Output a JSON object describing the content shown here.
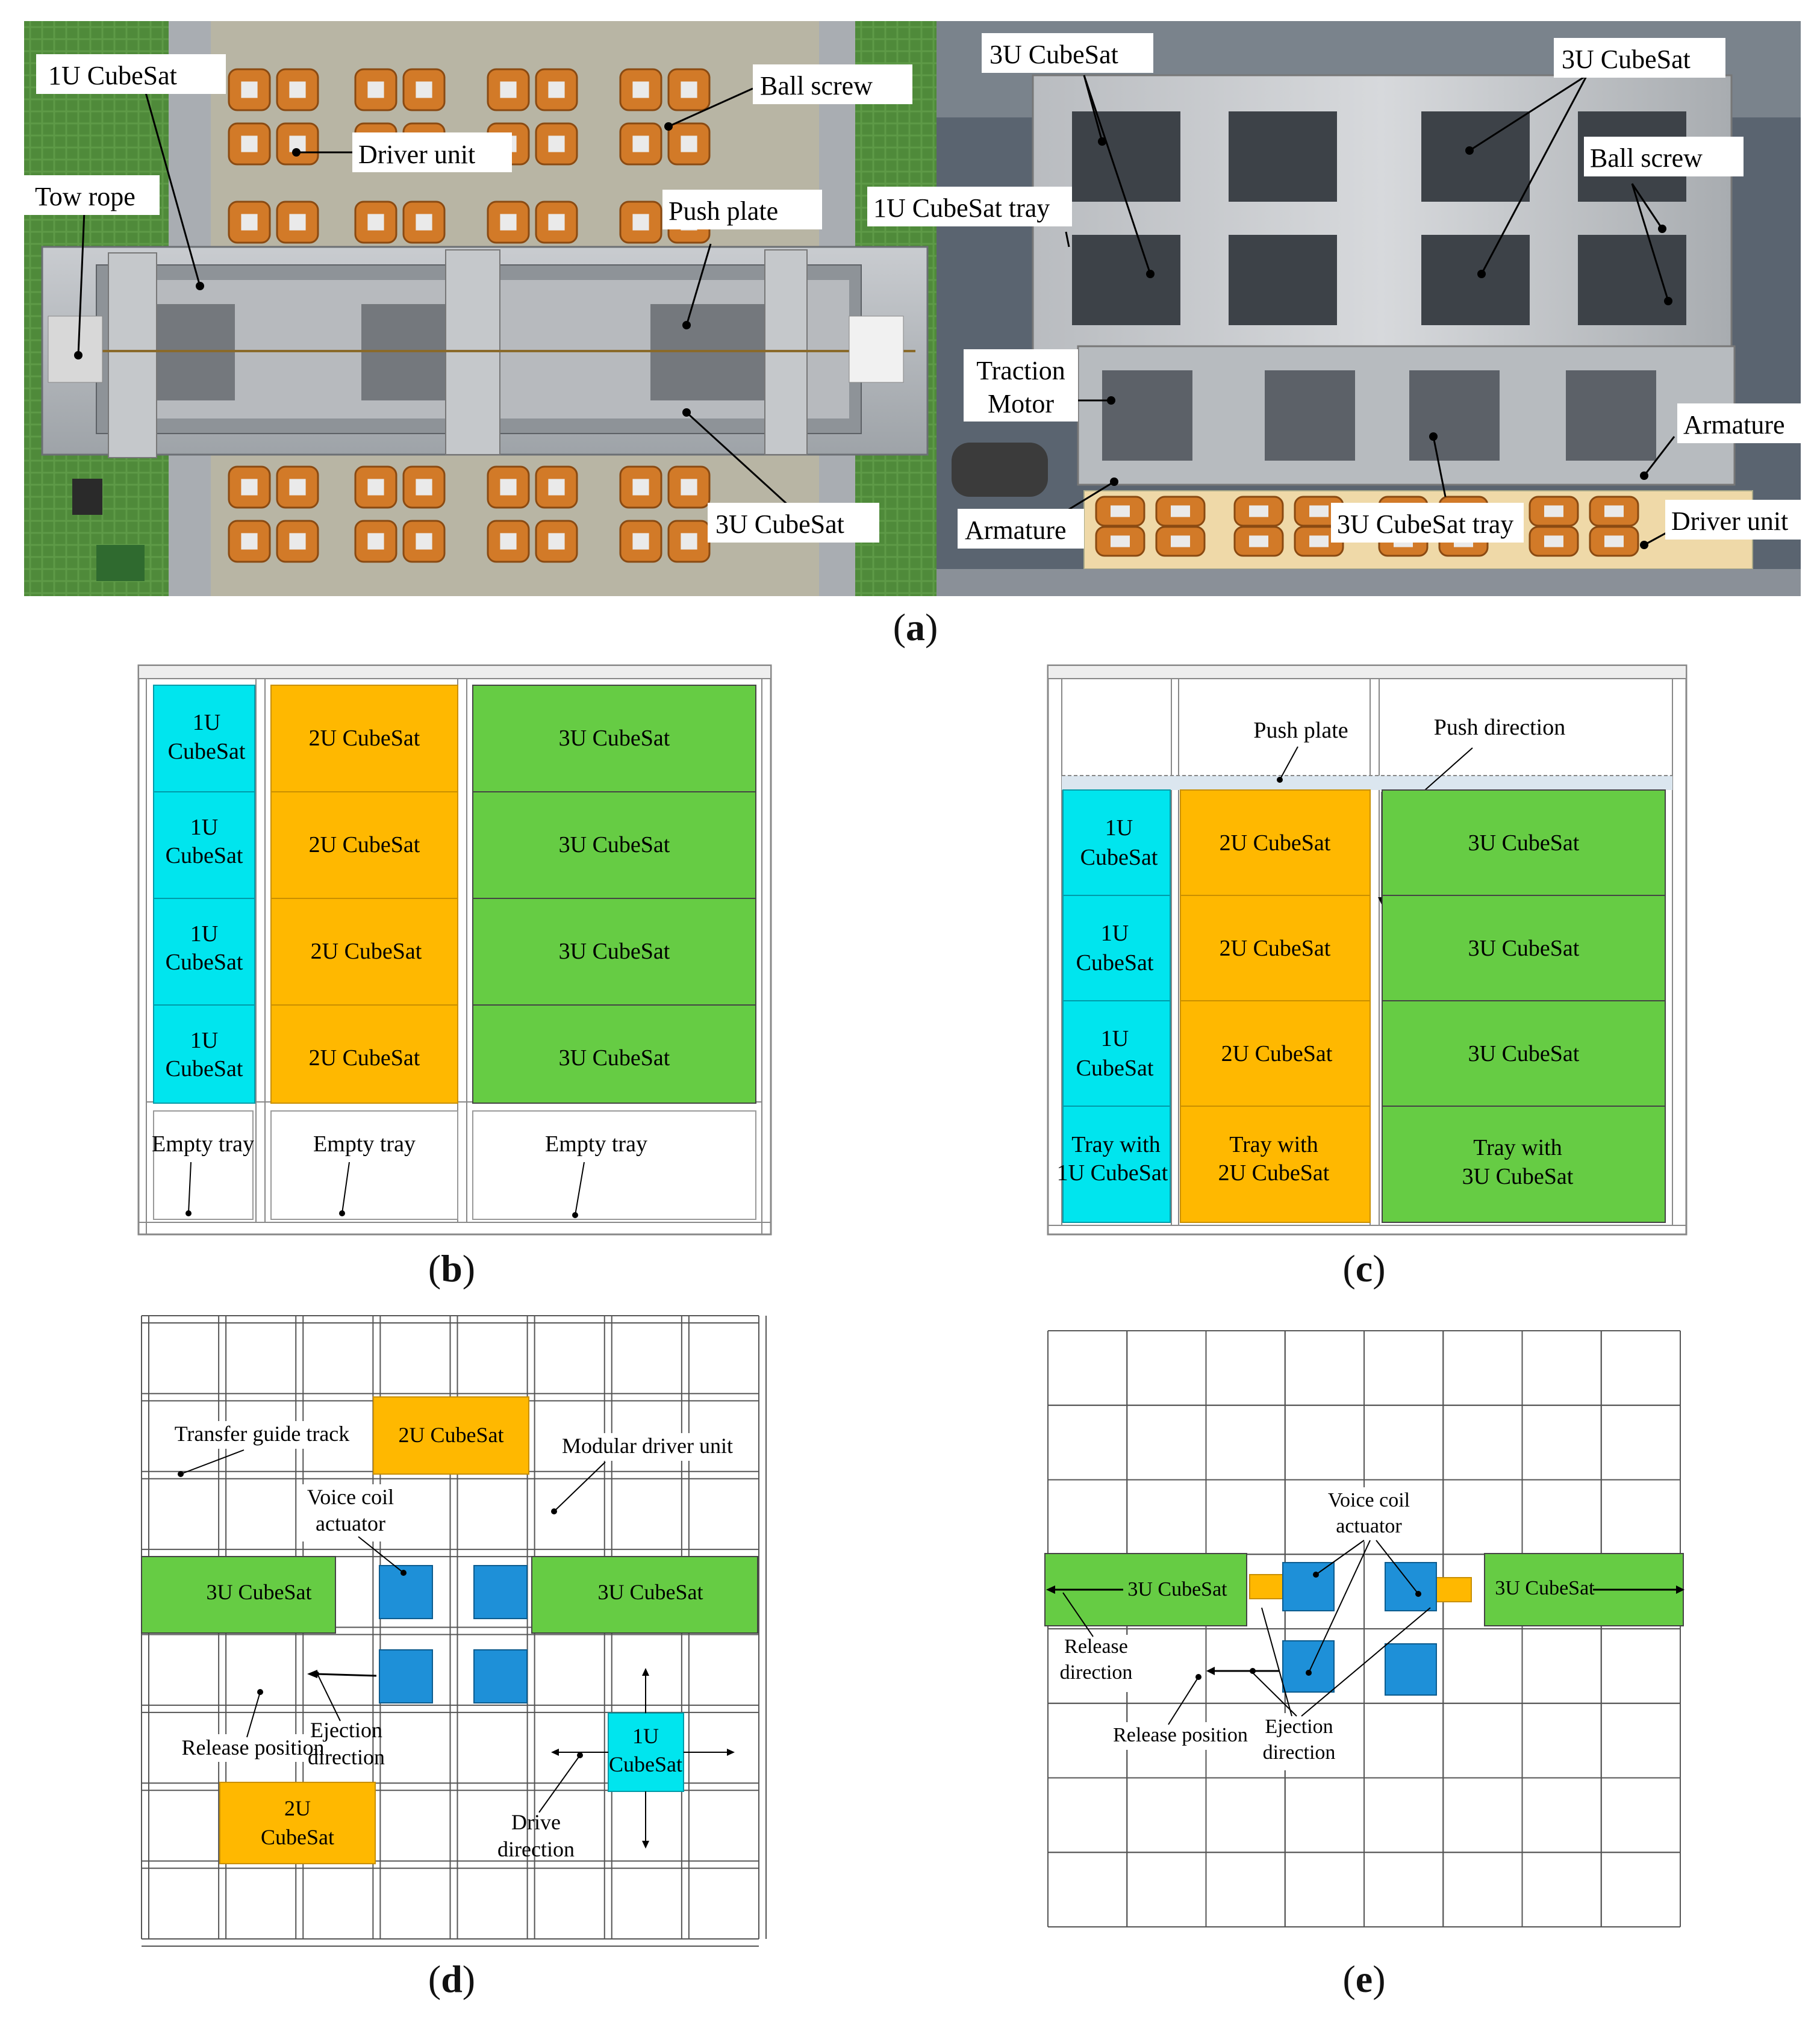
{
  "panel_a": {
    "caption_letter": "a",
    "left_labels": {
      "cubesat_1u": "1U CubeSat",
      "tow_rope": "Tow rope",
      "driver_unit": "Driver unit",
      "ball_screw": "Ball screw",
      "push_plate": "Push plate",
      "cubesat_3u": "3U CubeSat"
    },
    "right_labels": {
      "cubesat_3u_left": "3U CubeSat",
      "cubesat_3u_right": "3U CubeSat",
      "ball_screw": "Ball screw",
      "tray_1u": "1U CubeSat tray",
      "traction_motor_l1": "Traction",
      "traction_motor_l2": "Motor",
      "armature_left": "Armature",
      "armature_right": "Armature",
      "tray_3u": "3U CubeSat tray",
      "driver_unit": "Driver unit"
    }
  },
  "panel_b": {
    "caption_letter": "b",
    "col1": [
      "1U CubeSat",
      "1U CubeSat",
      "1U CubeSat",
      "1U CubeSat"
    ],
    "col2": [
      "2U CubeSat",
      "2U CubeSat",
      "2U CubeSat",
      "2U CubeSat"
    ],
    "col3": [
      "3U CubeSat",
      "3U CubeSat",
      "3U CubeSat",
      "3U CubeSat"
    ],
    "empty_tray": "Empty tray"
  },
  "panel_c": {
    "caption_letter": "c",
    "push_plate": "Push plate",
    "push_direction": "Push direction",
    "col1_top": "1U CubeSat",
    "label_1u": "1U",
    "label_cubesat": "CubeSat",
    "label_2u": "2U CubeSat",
    "label_3u": "3U CubeSat",
    "tray_with": "Tray with",
    "tray_1u": "1U CubeSat",
    "tray_2u": "2U CubeSat",
    "tray_3u": "3U CubeSat"
  },
  "panel_d": {
    "caption_letter": "d",
    "transfer_guide_track": "Transfer guide track",
    "modular_driver_unit": "Modular driver unit",
    "voice_coil_l1": "Voice coil",
    "voice_coil_l2": "actuator",
    "cubesat_2u": "2U CubeSat",
    "cubesat_3u": "3U CubeSat",
    "release_position": "Release position",
    "ejection_l1": "Ejection",
    "ejection_l2": "direction",
    "drive_l1": "Drive",
    "drive_l2": "direction",
    "label_1u": "1U",
    "label_2u": "2U",
    "label_cubesat": "CubeSat"
  },
  "panel_e": {
    "caption_letter": "e",
    "voice_coil_l1": "Voice coil",
    "voice_coil_l2": "actuator",
    "cubesat_3u": "3U CubeSat",
    "release_l1": "Release",
    "release_l2": "direction",
    "release_position": "Release position",
    "ejection_l1": "Ejection",
    "ejection_l2": "direction"
  },
  "colors": {
    "cyan": "#00E5EE",
    "orange": "#FFB800",
    "green": "#66CC44",
    "blue": "#1E90D8"
  }
}
